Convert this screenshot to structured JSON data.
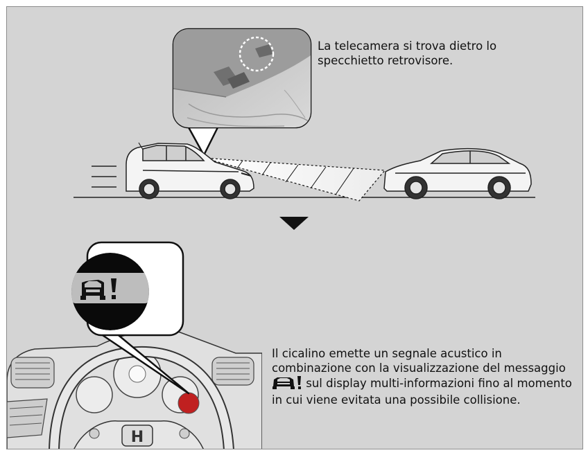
{
  "captions": {
    "camera": "La telecamera si trova dietro lo specchietto retrovisore.",
    "beep_before_icon": "Il cicalino emette un segnale acustico in combinazione con la visualizzazione del messaggio",
    "beep_after_icon": "sul display multi-informazioni fino al momento in cui viene evitata una possibile collisione."
  },
  "steering_emblem": "H",
  "icons": {
    "callout_top": "rear-view-mirror-camera-detail",
    "callout_bottom": "collision-warning-indicator",
    "inline": "vehicle-warning-icon",
    "arrow": "down-arrow-triangle"
  },
  "colors": {
    "panel_bg": "#d4d4d4",
    "line_art": "#1a1a1a",
    "indicator_red": "#c02020"
  }
}
